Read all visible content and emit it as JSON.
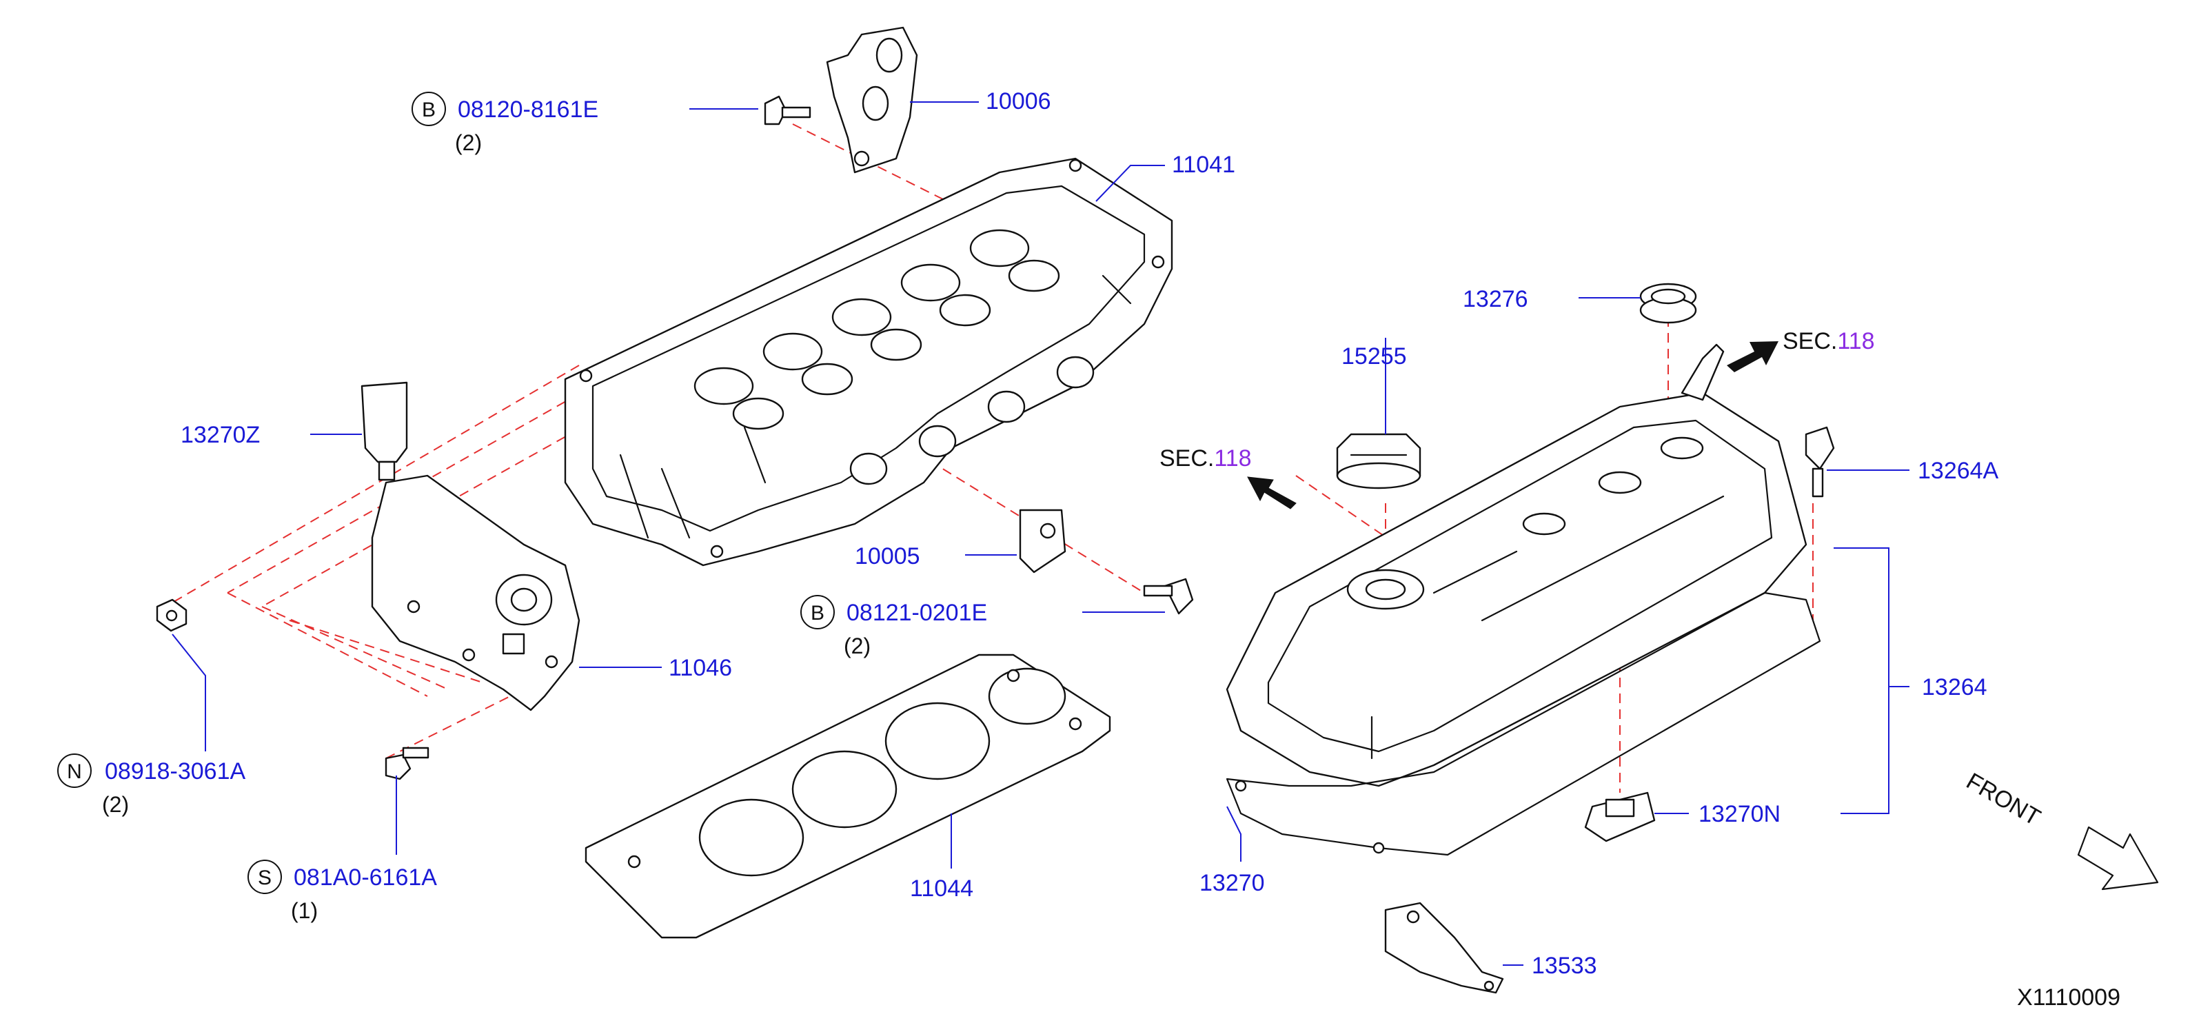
{
  "callouts": {
    "p10006": "10006",
    "p11041": "11041",
    "p13270z": "13270Z",
    "p10005": "10005",
    "p11046": "11046",
    "p11044": "11044",
    "p13276": "13276",
    "p15255": "15255",
    "p13264a": "13264A",
    "p13264": "13264",
    "p13270n": "13270N",
    "p13270": "13270",
    "p13533": "13533"
  },
  "bolts": {
    "b1": {
      "badge": "B",
      "part": "08120-8161E",
      "qty": "(2)"
    },
    "b2": {
      "badge": "B",
      "part": "08121-0201E",
      "qty": "(2)"
    },
    "n1": {
      "badge": "N",
      "part": "08918-3061A",
      "qty": "(2)"
    },
    "s1": {
      "badge": "S",
      "part": "081A0-6161A",
      "qty": "(1)"
    }
  },
  "sections": {
    "sec_a": {
      "prefix": "SEC.",
      "num": "118"
    },
    "sec_b": {
      "prefix": "SEC.",
      "num": "118"
    }
  },
  "front_label": "FRONT",
  "reference": "X1110009",
  "colors": {
    "part_text": "#1a1ad6",
    "section_number": "#8a2be2",
    "dashed_guide": "#e53030",
    "line_art": "#111111"
  }
}
